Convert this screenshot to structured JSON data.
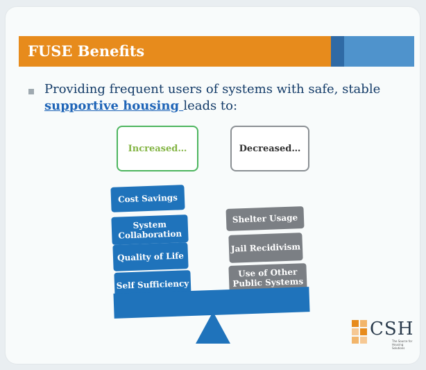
{
  "slide": {
    "title": "FUSE Benefits",
    "bullet_prefix": "Providing frequent users of systems with safe, stable ",
    "bullet_link": "supportive housing ",
    "bullet_suffix": "leads to:",
    "increased_label": "Increased…",
    "decreased_label": "Decreased…"
  },
  "increased_items": [
    "Cost Savings",
    "System Collaboration",
    "Quality of Life",
    "Self Sufficiency"
  ],
  "decreased_items": [
    "Shelter Usage",
    "Jail Recidivism",
    "Use of Other Public Systems"
  ],
  "logo": {
    "text": "CSH",
    "tagline": "The Source for Housing Solutions"
  },
  "colors": {
    "orange": "#e78b1c",
    "blue": "#1f73bb",
    "gray": "#7b7f84",
    "green": "#4cb55e"
  }
}
